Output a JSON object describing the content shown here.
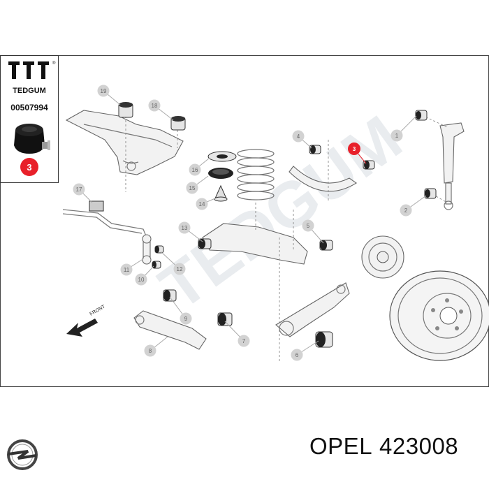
{
  "panel": {
    "logo_text": "TEDGUM",
    "part_number": "00507994",
    "highlight_number": "3",
    "highlight_color": "#e8202a"
  },
  "watermark": "TEDGUM",
  "direction_label": "FRONT",
  "callouts": [
    "1",
    "2",
    "3",
    "4",
    "5",
    "6",
    "7",
    "8",
    "9",
    "10",
    "11",
    "12",
    "13",
    "14",
    "15",
    "16",
    "17",
    "18",
    "19"
  ],
  "highlighted_callout": "3",
  "footer": {
    "brand": "OPEL",
    "part_code": "423008"
  },
  "colors": {
    "callout_gray": "#d2d2d2",
    "callout_red": "#e8202a",
    "watermark": "#e9ecef"
  }
}
